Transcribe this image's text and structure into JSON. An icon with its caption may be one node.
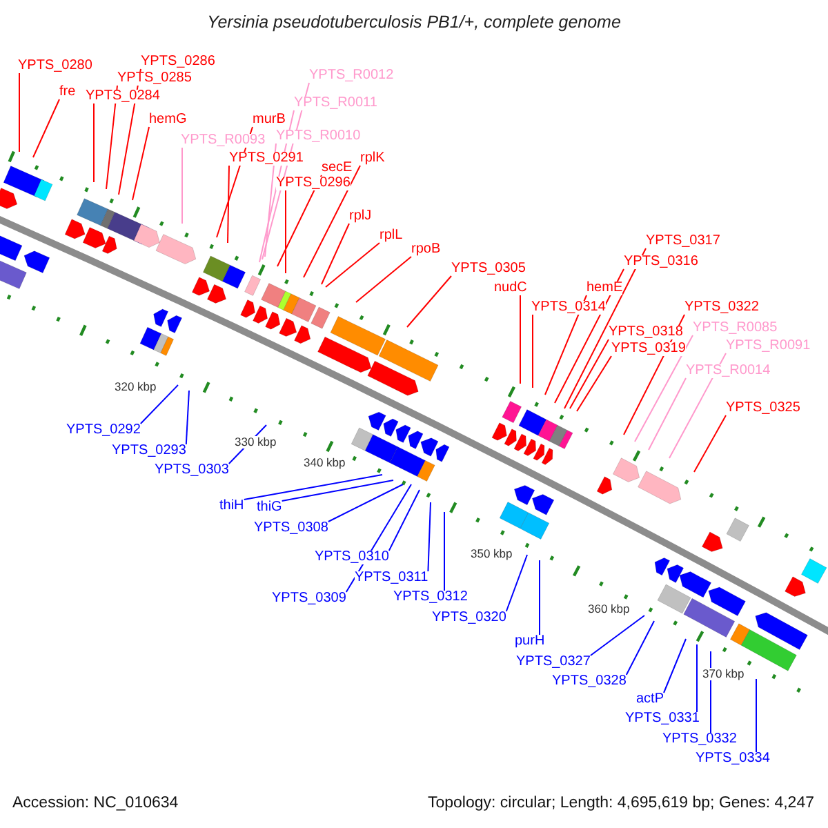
{
  "diagram": {
    "title": "Yersinia pseudotuberculosis PB1/+, complete genome",
    "nodes": [
      {
        "text": [
          "YPTS_0280"
        ]
      },
      {
        "text": [
          "fre"
        ]
      },
      {
        "text": [
          "YPTS_0284"
        ]
      },
      {
        "text": [
          "YPTS_0285"
        ]
      },
      {
        "text": [
          "YPTS_0286"
        ]
      },
      {
        "text": [
          "hemG"
        ]
      },
      {
        "text": [
          "YPTS_R0093"
        ]
      },
      {
        "text": [
          "murB"
        ]
      },
      {
        "text": [
          "YPTS_0291"
        ]
      },
      {
        "text": [
          "YPTS_R0012"
        ]
      },
      {
        "text": [
          "YPTS_R0011"
        ]
      },
      {
        "text": [
          "YPTS_R0010"
        ]
      },
      {
        "text": [
          "rplK"
        ]
      },
      {
        "text": [
          "secE"
        ]
      },
      {
        "text": [
          "YPTS_0296"
        ]
      },
      {
        "text": [
          "rplJ"
        ]
      },
      {
        "text": [
          "rplL"
        ]
      },
      {
        "text": [
          "rpoB"
        ]
      },
      {
        "text": [
          "YPTS_0305"
        ]
      },
      {
        "text": [
          "nudC"
        ]
      },
      {
        "text": [
          "YPTS_0314"
        ]
      },
      {
        "text": [
          "hemE"
        ]
      },
      {
        "text": [
          "YPTS_0316"
        ]
      },
      {
        "text": [
          "YPTS_0317"
        ]
      },
      {
        "text": [
          "YPTS_0318"
        ]
      },
      {
        "text": [
          "YPTS_0319"
        ]
      },
      {
        "text": [
          "YPTS_0322"
        ]
      },
      {
        "text": [
          "YPTS_R0085"
        ]
      },
      {
        "text": [
          "YPTS_R0091"
        ]
      },
      {
        "text": [
          "YPTS_R0014"
        ]
      },
      {
        "text": [
          "YPTS_0325"
        ]
      },
      {
        "text": [
          "YPTS_0292"
        ]
      },
      {
        "text": [
          "YPTS_0293"
        ]
      },
      {
        "text": [
          "YPTS_0303"
        ]
      },
      {
        "text": [
          "thiH"
        ]
      },
      {
        "text": [
          "thiG"
        ]
      },
      {
        "text": [
          "YPTS_0308"
        ]
      },
      {
        "text": [
          "YPTS_0310"
        ]
      },
      {
        "text": [
          "YPTS_0311"
        ]
      },
      {
        "text": [
          "YPTS_0309"
        ]
      },
      {
        "text": [
          "YPTS_0312"
        ]
      },
      {
        "text": [
          "YPTS_0320"
        ]
      },
      {
        "text": [
          "purH"
        ]
      },
      {
        "text": [
          "YPTS_0327"
        ]
      },
      {
        "text": [
          "YPTS_0328"
        ]
      },
      {
        "text": [
          "actP"
        ]
      },
      {
        "text": [
          "YPTS_0331"
        ]
      },
      {
        "text": [
          "YPTS_0332"
        ]
      },
      {
        "text": [
          "YPTS_0334"
        ]
      }
    ],
    "edges": [
      {
        "from": 0,
        "to": null,
        "arrow": "none"
      },
      {
        "from": 1,
        "to": null,
        "arrow": "none"
      },
      {
        "from": 2,
        "to": null,
        "arrow": "none"
      },
      {
        "from": 3,
        "to": null,
        "arrow": "none"
      },
      {
        "from": 4,
        "to": null,
        "arrow": "none"
      },
      {
        "from": 5,
        "to": null,
        "arrow": "none"
      },
      {
        "from": 6,
        "to": null,
        "arrow": "none",
        "color": "#ff99cc"
      },
      {
        "from": 7,
        "to": null,
        "arrow": "none"
      },
      {
        "from": 8,
        "to": null,
        "arrow": "none"
      },
      {
        "from": 9,
        "to": null,
        "arrow": "none",
        "color": "#ff99cc"
      },
      {
        "from": 10,
        "to": null,
        "arrow": "none",
        "color": "#ff99cc"
      },
      {
        "from": 11,
        "to": null,
        "arrow": "none",
        "color": "#ff99cc"
      },
      {
        "from": 12,
        "to": null,
        "arrow": "none"
      },
      {
        "from": 13,
        "to": null,
        "arrow": "none"
      },
      {
        "from": 14,
        "to": null,
        "arrow": "none"
      },
      {
        "from": 15,
        "to": null,
        "arrow": "none"
      },
      {
        "from": 16,
        "to": null,
        "arrow": "none"
      },
      {
        "from": 17,
        "to": null,
        "arrow": "none"
      },
      {
        "from": 18,
        "to": null,
        "arrow": "none"
      },
      {
        "from": 19,
        "to": null,
        "arrow": "none"
      },
      {
        "from": 20,
        "to": null,
        "arrow": "none"
      },
      {
        "from": 21,
        "to": null,
        "arrow": "none"
      },
      {
        "from": 22,
        "to": null,
        "arrow": "none"
      },
      {
        "from": 23,
        "to": null,
        "arrow": "none"
      },
      {
        "from": 24,
        "to": null,
        "arrow": "none"
      },
      {
        "from": 25,
        "to": null,
        "arrow": "none"
      },
      {
        "from": 26,
        "to": null,
        "arrow": "none"
      },
      {
        "from": 27,
        "to": null,
        "arrow": "none",
        "color": "#ff99cc"
      },
      {
        "from": 28,
        "to": null,
        "arrow": "none",
        "color": "#ff99cc"
      },
      {
        "from": 29,
        "to": null,
        "arrow": "none",
        "color": "#ff99cc"
      },
      {
        "from": 30,
        "to": null,
        "arrow": "none"
      },
      {
        "from": 31,
        "to": null,
        "arrow": "none",
        "color": "#0000ff"
      },
      {
        "from": 32,
        "to": null,
        "arrow": "none",
        "color": "#0000ff"
      },
      {
        "from": 33,
        "to": null,
        "arrow": "none",
        "color": "#0000ff"
      },
      {
        "from": 34,
        "to": null,
        "arrow": "none",
        "color": "#0000ff"
      },
      {
        "from": 35,
        "to": null,
        "arrow": "none",
        "color": "#0000ff"
      },
      {
        "from": 36,
        "to": null,
        "arrow": "none",
        "color": "#0000ff"
      },
      {
        "from": 37,
        "to": null,
        "arrow": "none",
        "color": "#0000ff"
      },
      {
        "from": 38,
        "to": null,
        "arrow": "none",
        "color": "#0000ff"
      },
      {
        "from": 39,
        "to": null,
        "arrow": "none",
        "color": "#0000ff"
      },
      {
        "from": 40,
        "to": null,
        "arrow": "none",
        "color": "#0000ff"
      },
      {
        "from": 41,
        "to": null,
        "arrow": "none",
        "color": "#0000ff"
      },
      {
        "from": 42,
        "to": null,
        "arrow": "none",
        "color": "#0000ff"
      },
      {
        "from": 43,
        "to": null,
        "arrow": "none",
        "color": "#0000ff"
      },
      {
        "from": 44,
        "to": null,
        "arrow": "none",
        "color": "#0000ff"
      },
      {
        "from": 45,
        "to": null,
        "arrow": "none",
        "color": "#0000ff"
      },
      {
        "from": 46,
        "to": null,
        "arrow": "none",
        "color": "#0000ff"
      },
      {
        "from": 47,
        "to": null,
        "arrow": "none",
        "color": "#0000ff"
      },
      {
        "from": 48,
        "to": null,
        "arrow": "none",
        "color": "#0000ff"
      }
    ],
    "labels": [
      "320 kbp",
      "330 kbp",
      "340 kbp",
      "350 kbp",
      "360 kbp",
      "370 kbp",
      "Accession: NC_010634",
      "Topology: circular; Length: 4,695,619 bp; Genes: 4,247"
    ]
  }
}
